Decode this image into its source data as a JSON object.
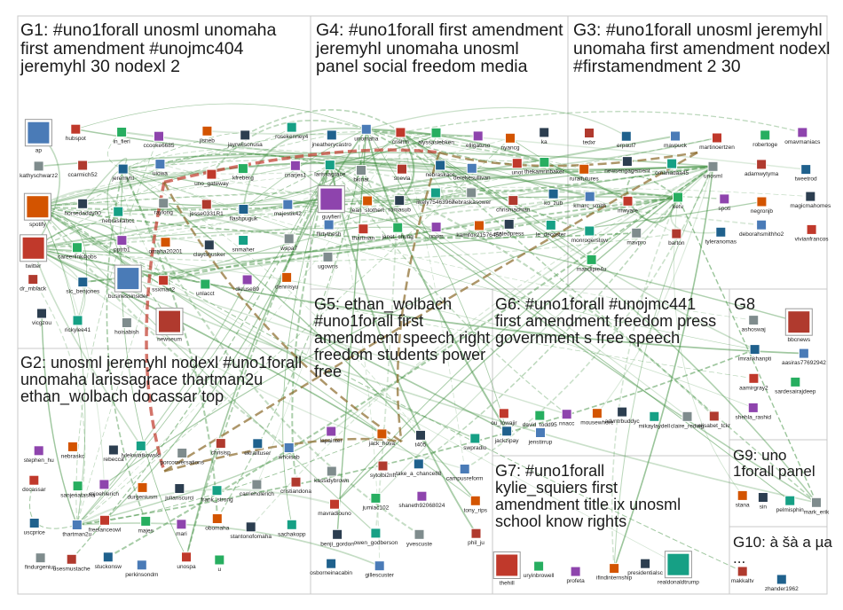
{
  "groups": [
    {
      "id": "G1",
      "title": "G1: #uno1forall unosml unomaha first amendment #unojmc404 jeremyhl 30 nodexl 2"
    },
    {
      "id": "G4",
      "title": "G4: #uno1forall first amendment jeremyhl unomaha unosml panel social freedom media"
    },
    {
      "id": "G3",
      "title": "G3: #uno1forall unosml jeremyhl unomaha first amendment nodexl #firstamendment 2 30"
    },
    {
      "id": "G2",
      "title": "G2: unosml jeremyhl nodexl #uno1forall unomaha larissagrace thartman2u ethan_wolbach docassar top"
    },
    {
      "id": "G5",
      "title": "G5: ethan_wolbach #uno1forall first amendment speech right freedom students power free"
    },
    {
      "id": "G6",
      "title": "G6: #uno1forall #unojmc441 first amendment freedom press government s free speech"
    },
    {
      "id": "G8",
      "title": "G8"
    },
    {
      "id": "G7",
      "title": "G7: #uno1forall kylie_squiers first amendment title ix unosml school know rights"
    },
    {
      "id": "G9",
      "title": "G9: uno 1forall panel"
    },
    {
      "id": "G10",
      "title": "G10: à šà a µa ..."
    }
  ],
  "nodes": {
    "G1": [
      "ap",
      "hubspot",
      "in_fieri",
      "ccooke6685",
      "jlsneb",
      "jayrwilsonusa",
      "rosekenney4",
      "kathyschwarz2",
      "ccarmich52",
      "jeremyhl",
      "uiowa",
      "uno_gateway",
      "kfreberg",
      "cnarjes1",
      "spotify",
      "horsedaddy00",
      "nebraskahcc",
      "raylong",
      "jesse0331R1",
      "flashpuguk",
      "majestik42",
      "twitter",
      "careerlink4jobs",
      "pptrb1",
      "omaha20201",
      "claytshusker",
      "snmaher",
      "wspa7",
      "dr_mblack",
      "slc_benjones",
      "businessinsider",
      "ssxman2",
      "unlacct",
      "dkruse89",
      "dennisyu",
      "vicgzou",
      "rickylee41",
      "hoisabish",
      "newseum"
    ],
    "G4": [
      "jneatherycastro",
      "unomaha",
      "crishm",
      "alyssasiebken",
      "eliigatuso",
      "nyancg",
      "ka",
      "larissagrace",
      "bkinat",
      "snevla",
      "nebraskacc",
      "derekesullivan",
      "unot",
      "thekamrinbaker",
      "guyfieri",
      "jean_stothert",
      "romasub",
      "likely75463967",
      "nebraskasower",
      "chrismachian",
      "ko_zub",
      "flirtythesh",
      "thartman",
      "janet_chung",
      "unom",
      "kamifox21576450",
      "statedpress",
      "le_decoster",
      "ugowns"
    ],
    "G3": [
      "tedxr",
      "erpaul7",
      "mavpuck",
      "martinoertzen",
      "robertoge",
      "omavmaniacs",
      "ruralfutures",
      "newsengagement",
      "omahadaa45",
      "unosml",
      "adamwytyma",
      "tweetrod",
      "kmarc_smith",
      "mwyare",
      "ketv",
      "spoti",
      "negronjb",
      "magicmahomes",
      "monrogerstow",
      "mavpro",
      "barton",
      "tyleranomas",
      "deborahsmithho2",
      "vivianfrancos",
      "mandipie4u"
    ],
    "G2": [
      "stephen_hu",
      "nebraskc",
      "rebecca",
      "lylekwiatkowski",
      "porconversations",
      "chrisisp",
      "ekrailtuser",
      "whoisab",
      "docassar",
      "sanjenatasha",
      "mjoehlerich",
      "durgeniusm",
      "julianscurci",
      "frank_strong",
      "carrieholerich",
      "cristiandona",
      "uscprice",
      "thartman2u",
      "freelanceowl",
      "majes",
      "mari",
      "obomaha",
      "stantonofomaha",
      "sachakopp",
      "findurgenius",
      "usesmustache",
      "stuckonsw",
      "perkinsondm",
      "unospa",
      "u"
    ],
    "G5": [
      "lapainter",
      "jack_hova",
      "t405",
      "swpradio",
      "kassidybrown",
      "sytolbi2nft",
      "take_a_chance88",
      "campusreform",
      "mavradiouno",
      "jumiac102",
      "shaneth92068024",
      "tony_rips",
      "benji_gordon",
      "owen_godberson",
      "yvescuste",
      "phil_ju",
      "osborneinacabin",
      "gillescuster"
    ],
    "G6": [
      "ou_lowajir",
      "david_todd95",
      "nnacc",
      "mousewhore",
      "advntrbuddyc",
      "mikaylaydell",
      "claire_reding",
      "elisabet_tckr",
      "jackzipay",
      "jenstirrup"
    ],
    "G7": [
      "thehill",
      "uryinbrowell",
      "profeta",
      "ifindinternship",
      "presidentialsc",
      "realdonaldtrump"
    ],
    "G8": [
      "ashoswaj",
      "bbcnews",
      "imrankhanpti",
      "aasiras77692942",
      "aamirgray2",
      "sardesairajdeep",
      "shehla_rashid"
    ],
    "G9": [
      "stana",
      "sin",
      "pelmisphin",
      "mark_erik"
    ],
    "G10": [
      "makkaltv",
      "zhander1962"
    ]
  }
}
